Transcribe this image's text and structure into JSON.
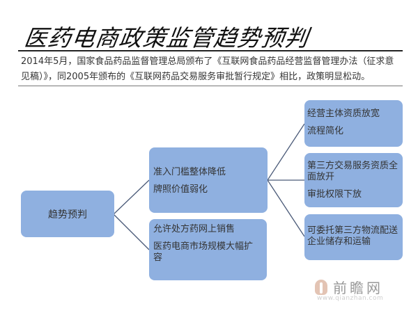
{
  "header": {
    "title": "医药电商政策监管趋势预判",
    "intro": "2014年5月，国家食品药品监督管理总局颁布了《互联网食品药品经营监督管理办法（征求意见稿）》，同2005年颁布的《互联网药品交易服务审批暂行规定》相比，政策明显松动。"
  },
  "diagram": {
    "box_color": "#8fb0e0",
    "line_color": "#4a5a78",
    "root": {
      "label": "趋势预判"
    },
    "branches": [
      {
        "lines": [
          "准入门槛整体降低",
          "牌照价值弱化"
        ],
        "children": [
          {
            "lines": [
              "经营主体资质放宽",
              "流程简化"
            ]
          },
          {
            "lines": [
              "第三方交易服务资质全面放开",
              "审批权限下放"
            ]
          },
          {
            "lines": [
              "可委托第三方物流配送企业储存和运输"
            ]
          }
        ]
      },
      {
        "lines": [
          "允许处方药网上销售",
          "医药电商市场规模大幅扩容"
        ]
      }
    ]
  },
  "watermark": {
    "icon": "tower-icon",
    "brand": "前瞻网",
    "url": "www.qianzhan.com"
  }
}
